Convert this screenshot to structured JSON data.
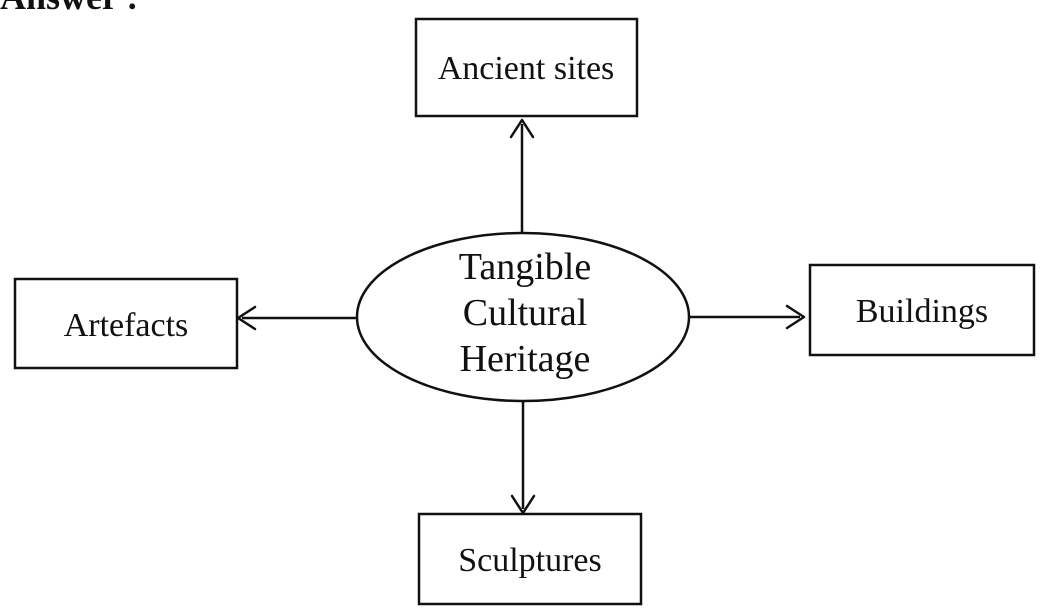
{
  "heading": "Answer :",
  "center": {
    "lines": [
      "Tangible",
      "Cultural",
      "Heritage"
    ]
  },
  "nodes": {
    "top": "Ancient sites",
    "right": "Buildings",
    "bottom": "Sculptures",
    "left": "Artefacts"
  }
}
